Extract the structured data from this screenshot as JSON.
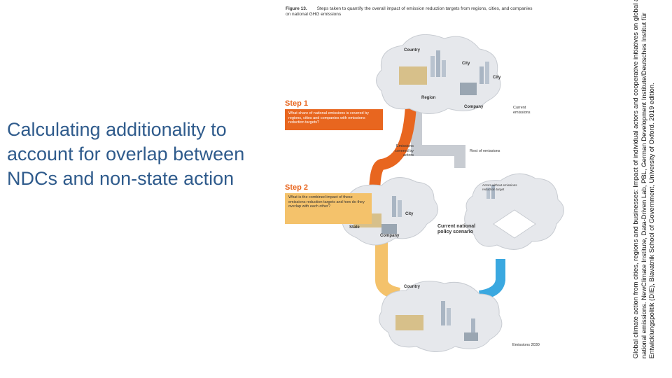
{
  "slide": {
    "title": "Calculating additionality to account for overlap between NDCs and non-state action"
  },
  "figure": {
    "number": "Figure 13.",
    "caption": "Steps taken to quantify the overall impact of emission reduction targets from regions, cities, and companies on national GHG emissions",
    "step1": {
      "label": "Step 1",
      "question": "What share of national emissions is covered by regions, cities and companies with emissions reduction targets?"
    },
    "step2": {
      "label": "Step 2",
      "question": "What is the combined impact of these emissions reduction targets and how do they overlap with each other?"
    },
    "labels": {
      "country_top": "Country",
      "city_1": "City",
      "city_2": "City",
      "region": "Region",
      "company_top": "Company",
      "current_emissions": "Current emissions",
      "emissions_covered": "Emissions covered by actors",
      "rest_of_emissions": "Rest of emissions",
      "actors_without_target": "Actors without emissions reduction target",
      "city_mid": "City",
      "state": "State",
      "company_mid": "Company",
      "current_policy": "Current national policy scenario",
      "country_bottom": "Country",
      "emissions_2030": "Emissions 2030"
    },
    "colors": {
      "orange": "#e8661f",
      "yellow": "#f4c26b",
      "grey": "#c8ccd2",
      "blue": "#3aa8e0",
      "cloud": "#e6e8ec"
    }
  },
  "source": {
    "text": "Global climate action from cities, regions and businesses: Impact of individual actors and cooperative initiatives on global and national emissions. NewClimate Institute, Data-Driven Lab, PBL, German Development Institute/Deutsches Institut für Entwicklungspolitik (DIE), Blavatnik School of Government, University of Oxford. 2019 edition."
  }
}
